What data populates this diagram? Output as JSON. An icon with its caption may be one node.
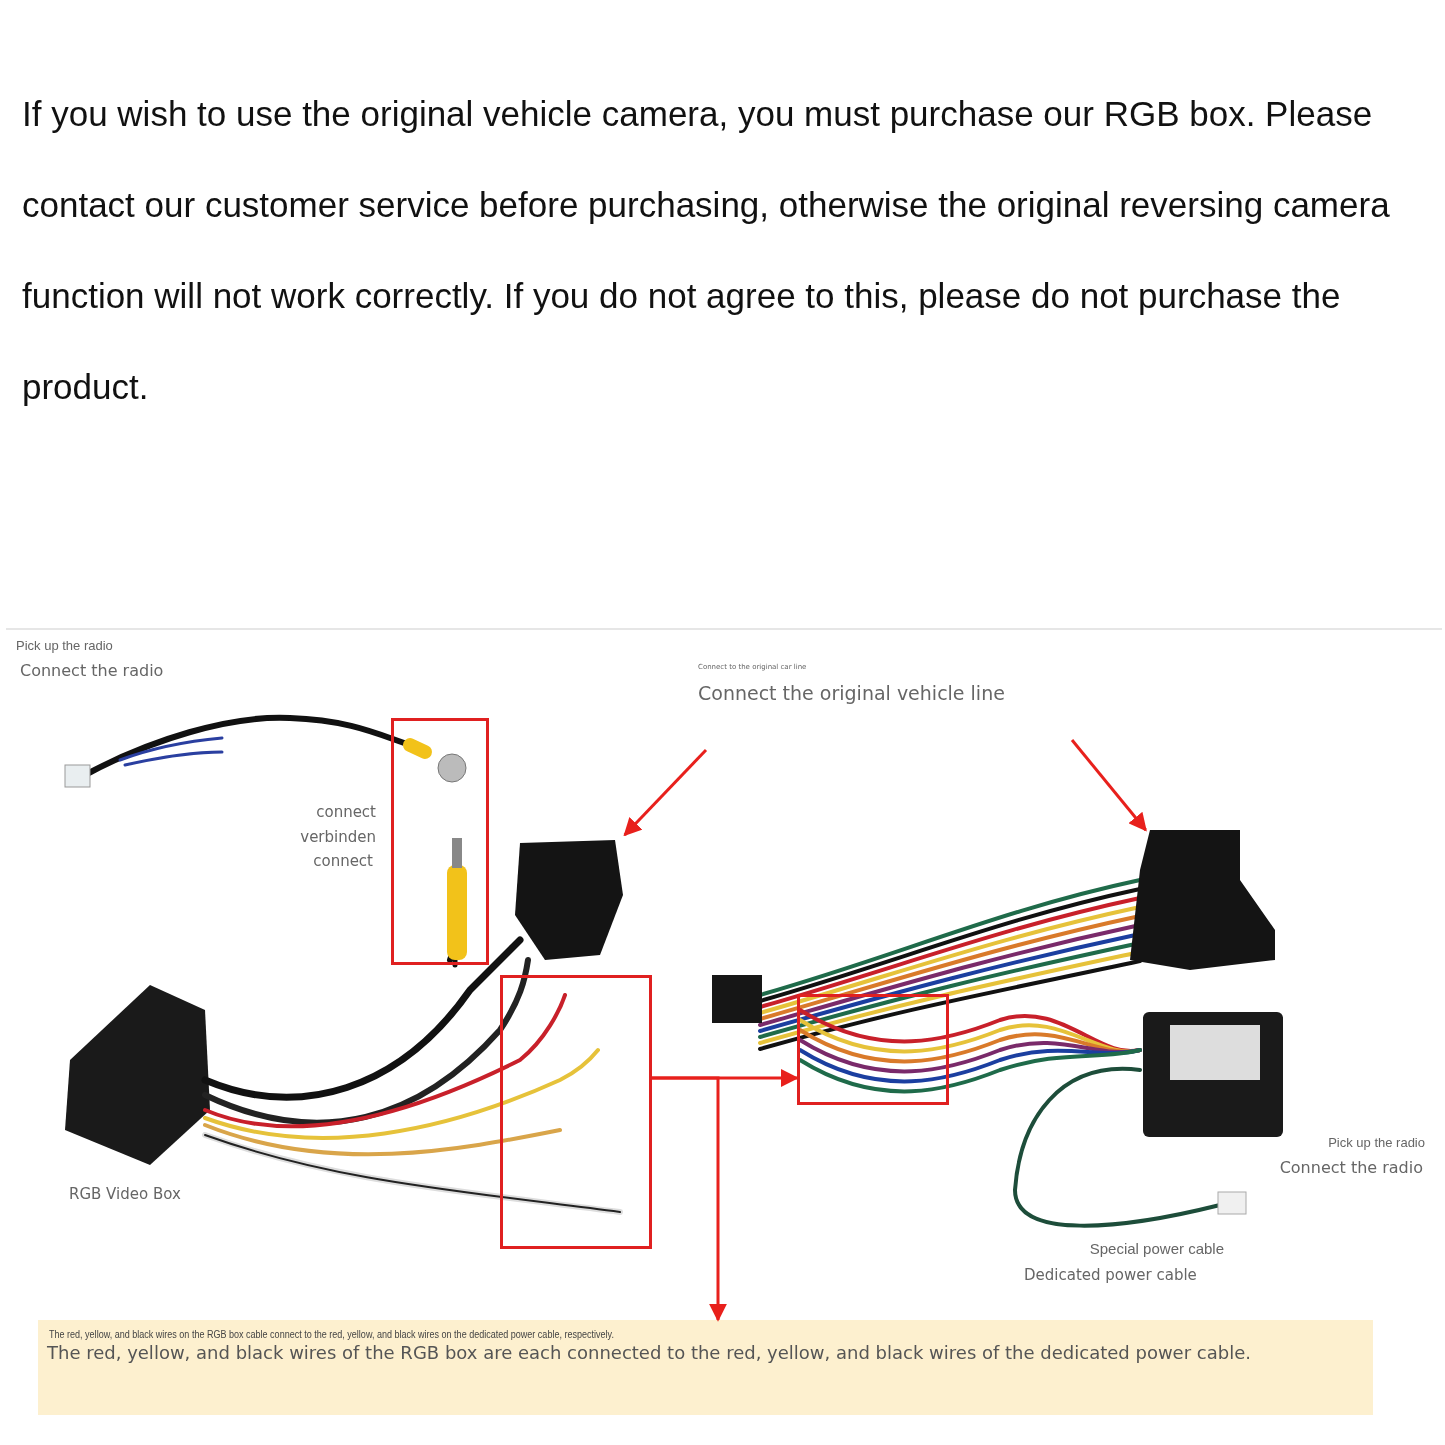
{
  "diagram": {
    "title": "If you wish to use the original vehicle camera, you must purchase our RGB box. Please contact our customer service before purchasing, otherwise the original reversing camera function will not work correctly. If you do not agree to this, please do not purchase the product.",
    "nodes": [
      {
        "text": [],
        "shape": "box"
      },
      {
        "text": [],
        "shape": "picture"
      },
      {
        "text": [],
        "shape": "box"
      },
      {
        "text": [],
        "shape": "picture"
      },
      {
        "text": [],
        "shape": "box"
      },
      {
        "text": [
          "The red, yellow, and black wires on the RGB box cable connect to the red, yellow, and black wires on the dedicated power cable, respectively.",
          "The red, yellow, and black wires of the RGB box are each connected to the red, yellow, and black wires of the dedicated power cable."
        ]
      }
    ],
    "edges": [
      {
        "from": null,
        "to": 1,
        "arrow": "to",
        "color": "#e8201c"
      },
      {
        "from": null,
        "to": 3,
        "arrow": "to",
        "color": "#e8201c"
      },
      {
        "from": 2,
        "to": 4,
        "arrow": "to",
        "color": "#e8201c"
      },
      {
        "from": 2,
        "to": 5,
        "arrow": "to",
        "color": "#e8201c"
      }
    ],
    "labels": [
      "Pick up the radio",
      "Connect the radio",
      "Connect to the original car line",
      "Connect the original vehicle line",
      "connect",
      "verbinden",
      "connect",
      "RGB Video Box",
      "Pick up the radio",
      "Connect the radio",
      "Special power cable",
      "Dedicated power cable"
    ]
  }
}
